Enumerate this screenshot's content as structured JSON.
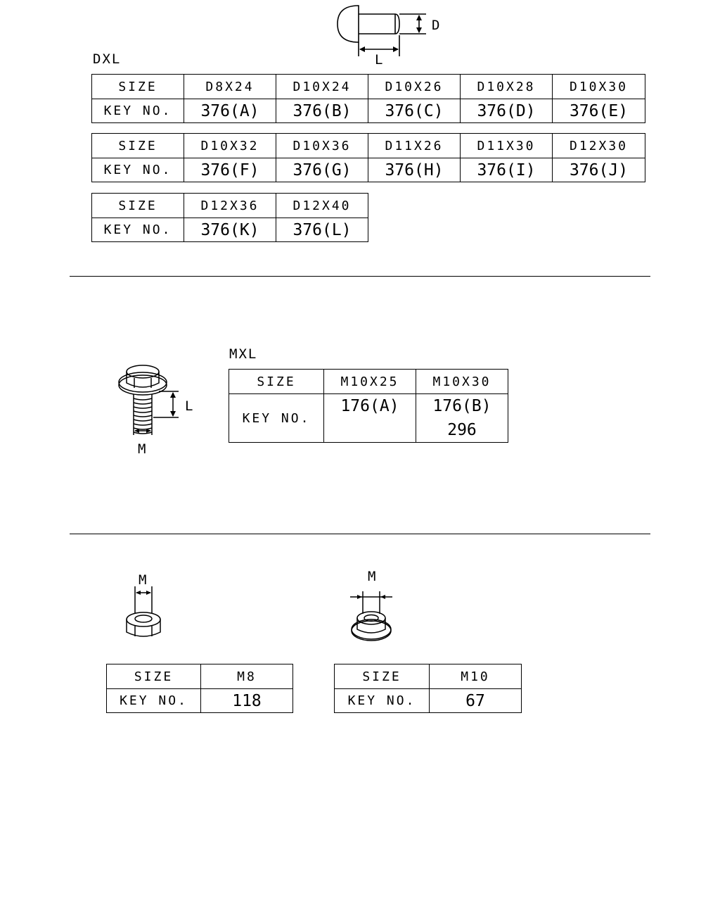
{
  "rivet": {
    "dim_d": "D",
    "dim_l": "L",
    "series_label": "DXL",
    "tables": [
      {
        "size_label": "SIZE",
        "key_label": "KEY NO.",
        "sizes": [
          "D8X24",
          "D10X24",
          "D10X26",
          "D10X28",
          "D10X30"
        ],
        "keys": [
          "376(A)",
          "376(B)",
          "376(C)",
          "376(D)",
          "376(E)"
        ]
      },
      {
        "size_label": "SIZE",
        "key_label": "KEY NO.",
        "sizes": [
          "D10X32",
          "D10X36",
          "D11X26",
          "D11X30",
          "D12X30"
        ],
        "keys": [
          "376(F)",
          "376(G)",
          "376(H)",
          "376(I)",
          "376(J)"
        ]
      },
      {
        "size_label": "SIZE",
        "key_label": "KEY NO.",
        "sizes": [
          "D12X36",
          "D12X40"
        ],
        "keys": [
          "376(K)",
          "376(L)"
        ]
      }
    ]
  },
  "bolt": {
    "series_label": "MXL",
    "dim_l": "L",
    "dim_m": "M",
    "table": {
      "size_label": "SIZE",
      "key_label": "KEY NO.",
      "sizes": [
        "M10X25",
        "M10X30"
      ],
      "keys": [
        [
          "176(A)"
        ],
        [
          "176(B)",
          "296"
        ]
      ]
    }
  },
  "nuts": [
    {
      "dim_m": "M",
      "size_label": "SIZE",
      "key_label": "KEY NO.",
      "size": "M8",
      "key": "118"
    },
    {
      "dim_m": "M",
      "size_label": "SIZE",
      "key_label": "KEY NO.",
      "size": "M10",
      "key": "67"
    }
  ]
}
